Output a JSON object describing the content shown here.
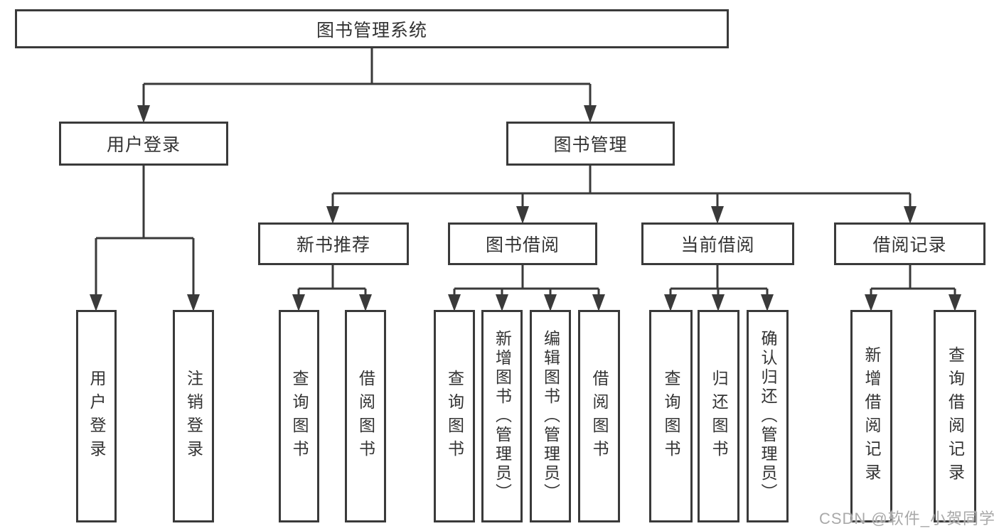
{
  "diagram": {
    "root": {
      "label": "图书管理系统"
    },
    "branches": [
      {
        "label": "用户登录",
        "children": [
          {
            "label": "用户登录"
          },
          {
            "label": "注销登录"
          }
        ]
      },
      {
        "label": "图书管理",
        "sections": [
          {
            "label": "新书推荐",
            "children": [
              {
                "label": "查询图书"
              },
              {
                "label": "借阅图书"
              }
            ]
          },
          {
            "label": "图书借阅",
            "children": [
              {
                "label": "查询图书"
              },
              {
                "label": "新增图书（管理员）"
              },
              {
                "label": "编辑图书（管理员）"
              },
              {
                "label": "借阅图书"
              }
            ]
          },
          {
            "label": "当前借阅",
            "children": [
              {
                "label": "查询图书"
              },
              {
                "label": "归还图书"
              },
              {
                "label": "确认归还（管理员）"
              }
            ]
          },
          {
            "label": "借阅记录",
            "children": [
              {
                "label": "新增借阅记录"
              },
              {
                "label": "查询借阅记录"
              }
            ]
          }
        ]
      }
    ]
  },
  "colors": {
    "line": "#3a3a3a",
    "text": "#333333",
    "watermark": "#a9a9a9"
  },
  "watermark": "CSDN @软件_小贺同学"
}
